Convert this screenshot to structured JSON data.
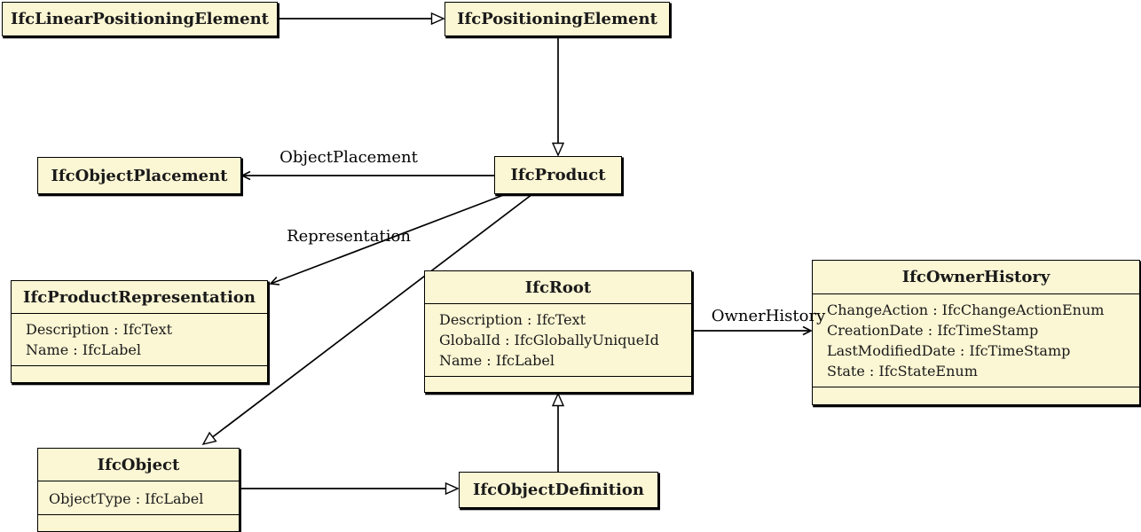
{
  "classes": {
    "linear_positioning_element": {
      "title": "IfcLinearPositioningElement",
      "attributes": []
    },
    "positioning_element": {
      "title": "IfcPositioningElement",
      "attributes": []
    },
    "object_placement": {
      "title": "IfcObjectPlacement",
      "attributes": []
    },
    "product": {
      "title": "IfcProduct",
      "attributes": []
    },
    "product_representation": {
      "title": "IfcProductRepresentation",
      "attributes": [
        "Description : IfcText",
        "Name : IfcLabel"
      ]
    },
    "root": {
      "title": "IfcRoot",
      "attributes": [
        "Description : IfcText",
        "GlobalId : IfcGloballyUniqueId",
        "Name : IfcLabel"
      ]
    },
    "owner_history": {
      "title": "IfcOwnerHistory",
      "attributes": [
        "ChangeAction : IfcChangeActionEnum",
        "CreationDate : IfcTimeStamp",
        "LastModifiedDate : IfcTimeStamp",
        "State : IfcStateEnum"
      ]
    },
    "object": {
      "title": "IfcObject",
      "attributes": [
        "ObjectType : IfcLabel"
      ]
    },
    "object_definition": {
      "title": "IfcObjectDefinition",
      "attributes": []
    }
  },
  "edge_labels": {
    "object_placement": "ObjectPlacement",
    "representation": "Representation",
    "owner_history": "OwnerHistory"
  },
  "relationships": [
    {
      "from": "IfcLinearPositioningElement",
      "to": "IfcPositioningElement",
      "type": "generalization"
    },
    {
      "from": "IfcPositioningElement",
      "to": "IfcProduct",
      "type": "generalization"
    },
    {
      "from": "IfcProduct",
      "to": "IfcObjectPlacement",
      "type": "association",
      "label": "ObjectPlacement"
    },
    {
      "from": "IfcProduct",
      "to": "IfcProductRepresentation",
      "type": "association",
      "label": "Representation"
    },
    {
      "from": "IfcProduct",
      "to": "IfcObject",
      "type": "generalization"
    },
    {
      "from": "IfcRoot",
      "to": "IfcOwnerHistory",
      "type": "association",
      "label": "OwnerHistory"
    },
    {
      "from": "IfcObject",
      "to": "IfcObjectDefinition",
      "type": "generalization"
    },
    {
      "from": "IfcObjectDefinition",
      "to": "IfcRoot",
      "type": "generalization"
    }
  ],
  "colors": {
    "class_fill": "#FBF6D4",
    "class_border": "#000000",
    "edge_line": "#000000",
    "background": "#FFFFFF"
  }
}
